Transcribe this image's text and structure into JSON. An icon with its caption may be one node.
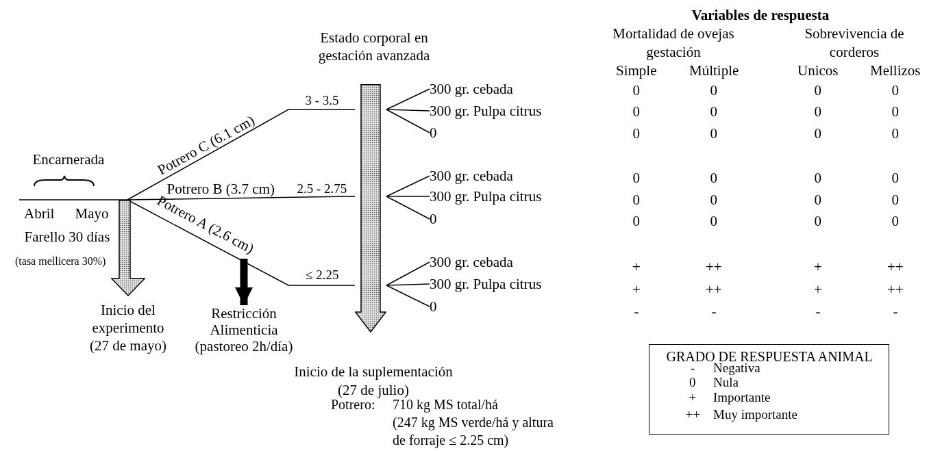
{
  "diagram": {
    "nodes": [
      {
        "text": [],
        "shape": "arrow",
        "beside": [
          "Inicio del experimento (27 de mayo)"
        ]
      },
      {
        "text": [],
        "shape": "arrow",
        "beside": [
          "Estado corporal en gestación avanzada"
        ]
      },
      {
        "text": [
          "300 gr. cebada"
        ]
      },
      {
        "text": [
          "300 gr. Pulpa citrus"
        ]
      },
      {
        "text": [
          "0"
        ]
      },
      {
        "text": [
          "300 gr. cebada"
        ]
      },
      {
        "text": [
          "300 gr. Pulpa citrus"
        ]
      },
      {
        "text": [
          "0"
        ]
      },
      {
        "text": [
          "300 gr. cebada"
        ]
      },
      {
        "text": [
          "300 gr. Pulpa citrus"
        ]
      },
      {
        "text": [
          "0"
        ]
      },
      {
        "text": [
          "GRADO DE RESPUESTA ANIMAL",
          "-",
          "Negativa",
          "0",
          "Nula",
          "+",
          "Importante",
          "++",
          "Muy importante"
        ]
      },
      {
        "text": [
          "Restricción Alimenticia (pastoreo 2h/día)"
        ]
      }
    ],
    "edges": [
      {
        "from": 0,
        "to": 1,
        "arrow": "none",
        "label": "Potrero C (6.1 cm)"
      },
      {
        "from": 0,
        "to": 1,
        "arrow": "none",
        "label": "Potrero B (3.7 cm)"
      },
      {
        "from": 0,
        "to": 1,
        "arrow": "none",
        "label": "Potrero A (2.6 cm)"
      },
      {
        "from": 1,
        "to": 2,
        "arrow": "none"
      },
      {
        "from": 1,
        "to": 3,
        "arrow": "none"
      },
      {
        "from": 1,
        "to": 4,
        "arrow": "none"
      },
      {
        "from": 1,
        "to": 5,
        "arrow": "none"
      },
      {
        "from": 1,
        "to": 6,
        "arrow": "none"
      },
      {
        "from": 1,
        "to": 7,
        "arrow": "none"
      },
      {
        "from": 1,
        "to": 8,
        "arrow": "none"
      },
      {
        "from": 1,
        "to": 9,
        "arrow": "none"
      },
      {
        "from": 1,
        "to": 10,
        "arrow": "none"
      },
      {
        "from": null,
        "to": 12,
        "arrow": "to",
        "style": "thick"
      }
    ],
    "labels": [
      "Encarnerada",
      "Abril",
      "Mayo",
      "Farello 30 días",
      "(tasa mellicera 30%)",
      "3 - 3.5",
      "2.5 - 2.75",
      "≤ 2.25",
      "Potrero:",
      "710 kg MS total/há",
      "(247 kg MS verde/há y altura de forraje ≤ 2.25 cm)",
      "Variables de respuesta",
      "Mortalidad de ovejas gestación",
      "Sobrevivencia de corderos",
      "Simple",
      "Múltiple",
      "Unicos",
      "Mellizos",
      "0",
      "0",
      "0",
      "0",
      "0",
      "0",
      "0",
      "0",
      "0",
      "0",
      "0",
      "0",
      "0",
      "0",
      "0",
      "0",
      "0",
      "0",
      "0",
      "0",
      "0",
      "0",
      "0",
      "0",
      "+",
      "++",
      "+",
      "++",
      "+",
      "++",
      "+",
      "++",
      "-",
      "-",
      "-",
      "-",
      "Inicio de la suplementación (27 de julio)"
    ]
  }
}
